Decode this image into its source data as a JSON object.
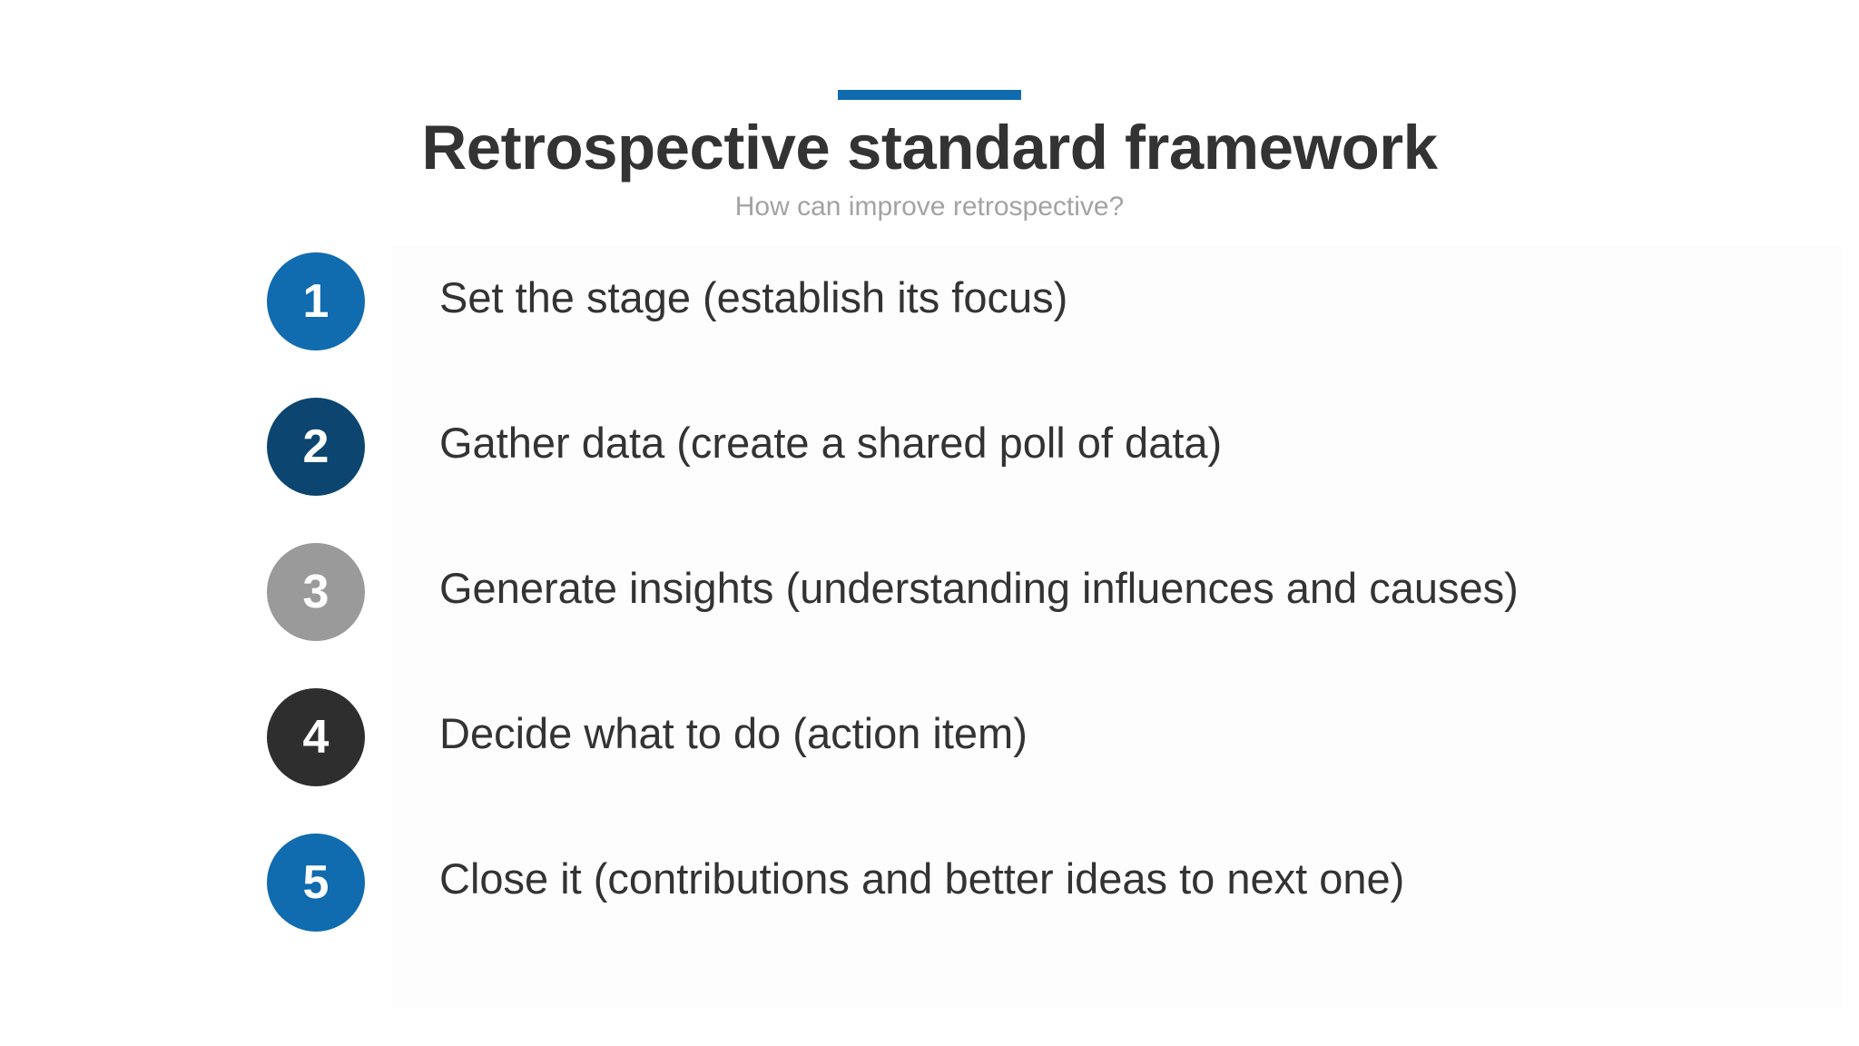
{
  "slide": {
    "title": "Retrospective standard framework",
    "subtitle": "How can improve retrospective?",
    "accent_color": "#106BAF",
    "title_color": "#333333",
    "subtitle_color": "#a3a3a3",
    "background_color": "#ffffff"
  },
  "steps": [
    {
      "number": "1",
      "label": "Set the stage (establish its focus)",
      "badge_color": "#106BAF"
    },
    {
      "number": "2",
      "label": "Gather data (create a shared poll of data)",
      "badge_color": "#0C4670"
    },
    {
      "number": "3",
      "label": "Generate insights (understanding influences and causes)",
      "badge_color": "#9A9A9A"
    },
    {
      "number": "4",
      "label": "Decide what to do (action item)",
      "badge_color": "#2E2E2E"
    },
    {
      "number": "5",
      "label": "Close it (contributions and better ideas to next one)",
      "badge_color": "#106BAF"
    }
  ]
}
